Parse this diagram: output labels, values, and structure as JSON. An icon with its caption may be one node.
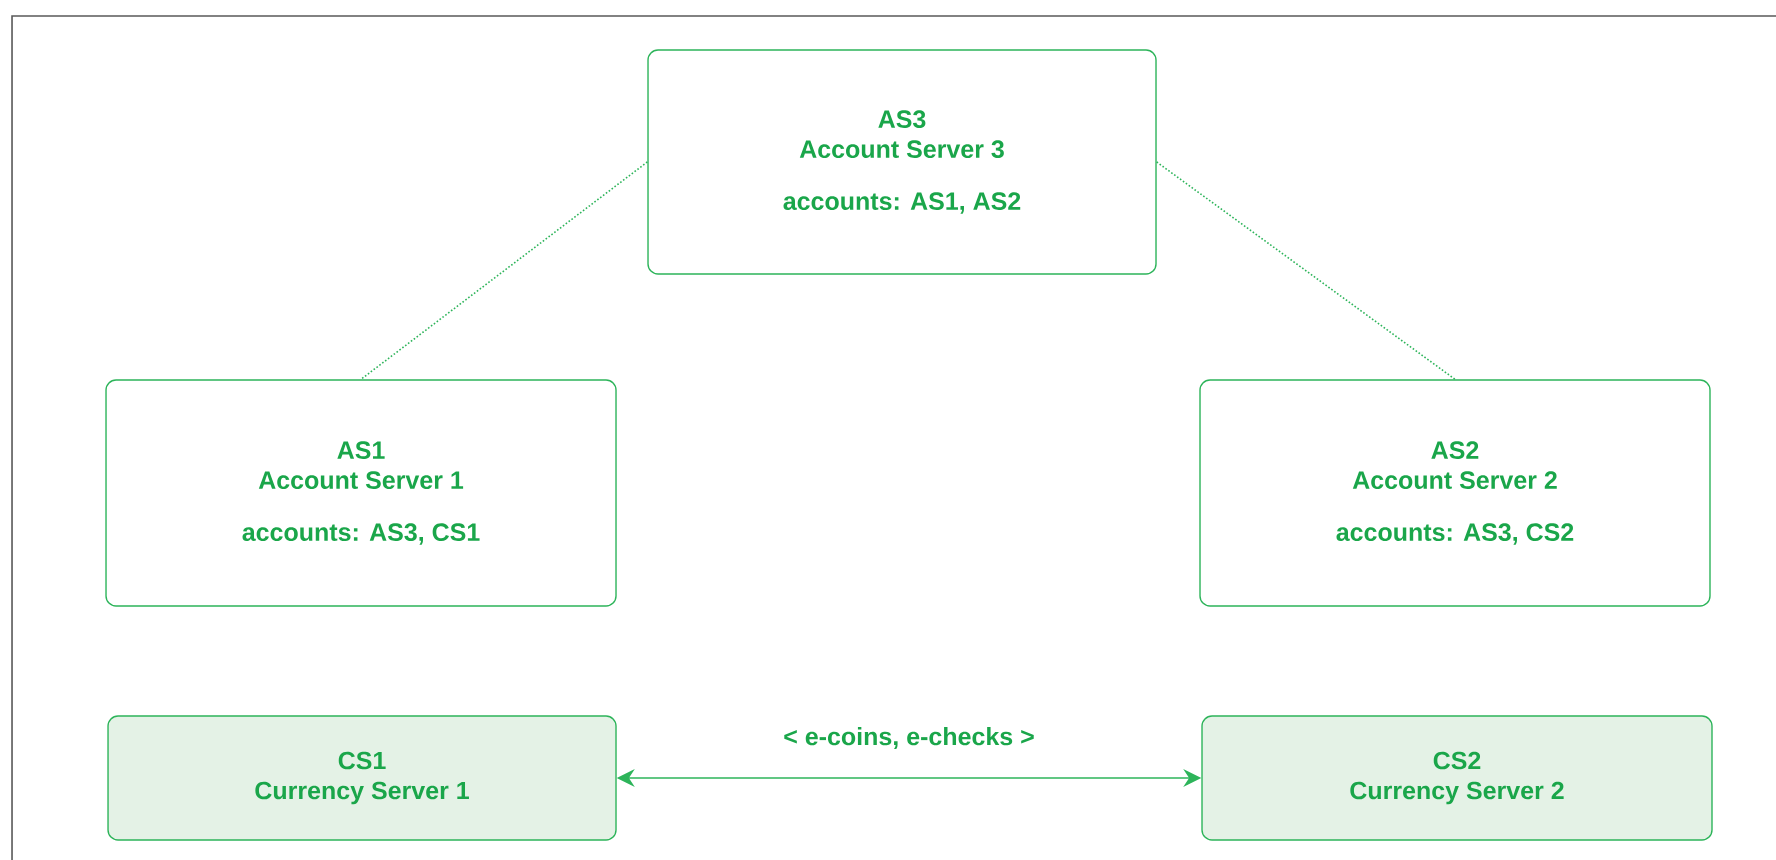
{
  "diagram": {
    "nodes": [
      {
        "text": [
          "AS3",
          "Account Server 3",
          "accounts: AS1, AS2"
        ]
      },
      {
        "text": [
          "AS1",
          "Account Server 1",
          "accounts: AS3, CS1"
        ]
      },
      {
        "text": [
          "AS2",
          "Account Server 2",
          "accounts: AS3, CS2"
        ]
      },
      {
        "text": [
          "CS1",
          "Currency Server 1"
        ]
      },
      {
        "text": [
          "CS2",
          "Currency Server 2"
        ]
      }
    ],
    "edges": [
      {
        "from": 0,
        "to": 1,
        "arrow": "none",
        "style": "dashed"
      },
      {
        "from": 0,
        "to": 2,
        "arrow": "none",
        "style": "dashed"
      },
      {
        "from": 3,
        "to": 4,
        "arrow": "both",
        "label": "< e-coins, e-checks >"
      }
    ]
  }
}
